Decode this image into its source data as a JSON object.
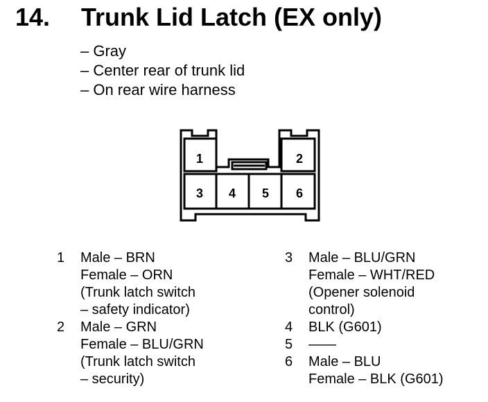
{
  "header": {
    "number": "14.",
    "title": "Trunk Lid Latch (EX only)"
  },
  "description": [
    "– Gray",
    "– Center rear of trunk lid",
    "– On rear wire harness"
  ],
  "connector": {
    "pins": [
      "1",
      "2",
      "3",
      "4",
      "5",
      "6"
    ]
  },
  "terminals_left": [
    {
      "num": "1",
      "lines": [
        "Male – BRN",
        "Female – ORN",
        "(Trunk latch switch",
        "– safety indicator)"
      ]
    },
    {
      "num": "2",
      "lines": [
        "Male – GRN",
        "Female – BLU/GRN",
        "(Trunk latch switch",
        "– security)"
      ]
    }
  ],
  "terminals_right": [
    {
      "num": "3",
      "lines": [
        "Male – BLU/GRN",
        "Female – WHT/RED",
        "(Opener solenoid",
        "control)"
      ]
    },
    {
      "num": "4",
      "lines": [
        "BLK (G601)"
      ]
    },
    {
      "num": "5",
      "lines": [
        "——"
      ]
    },
    {
      "num": "6",
      "lines": [
        "Male – BLU",
        "Female – BLK (G601)"
      ]
    }
  ]
}
